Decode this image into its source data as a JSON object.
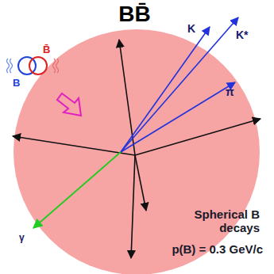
{
  "diagram": {
    "title": "BB̄",
    "labels": [
      "K",
      "K*",
      "π",
      "γ",
      "B̄",
      "B",
      "Spherical B decays",
      "p(B) = 0.3 GeV/c"
    ]
  }
}
